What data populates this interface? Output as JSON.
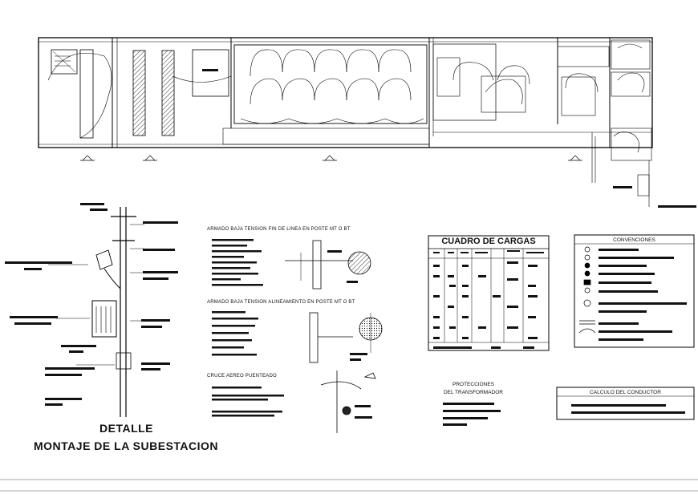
{
  "sections": {
    "armado_fin_linea": "ARMADO BAJA TENSION FIN DE LINEA EN POSTE  MT  O  BT",
    "armado_alineamiento": "ARMADO BAJA TENSION ALINEAMIENTO EN POSTE  MT  O  BT",
    "cruce_aereo": "CRUCE AEREO PUENTEADO",
    "protecciones_line1": "PROTECCIONES",
    "protecciones_line2": "DEL TRANSFORMADOR"
  },
  "title": {
    "line1": "DETALLE",
    "line2": "MONTAJE DE LA SUBESTACION"
  },
  "boxes": {
    "cuadro_cargas": "CUADRO DE CARGAS",
    "convenciones": "CONVENCIONES",
    "calculo_conductor": "CALCULO DEL CONDUCTOR"
  },
  "colors": {
    "line": "#000000",
    "ink": "#111111",
    "background": "#ffffff",
    "grid": "#888888"
  }
}
